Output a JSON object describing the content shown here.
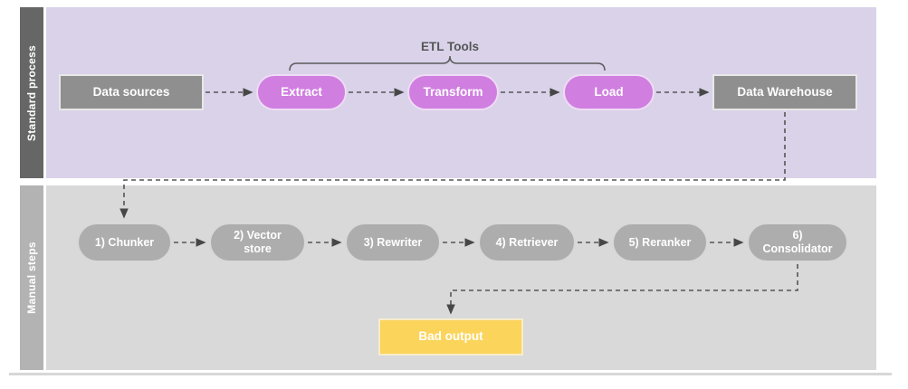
{
  "lanes": {
    "standard": {
      "label": "Standard process"
    },
    "manual": {
      "label": "Manual steps"
    }
  },
  "annotations": {
    "etl_tools": "ETL Tools"
  },
  "nodes": {
    "data_sources": "Data sources",
    "extract": "Extract",
    "transform": "Transform",
    "load": "Load",
    "data_warehouse": "Data Warehouse",
    "chunker": "1) Chunker",
    "vector_store": "2) Vector store",
    "rewriter": "3) Rewriter",
    "retriever": "4) Retriever",
    "reranker": "5) Reranker",
    "consolidator": "6) Consolidator",
    "bad_output": "Bad output"
  },
  "colors": {
    "lane_standard_bg": "#d9d2e9",
    "lane_standard_label_bg": "#666666",
    "lane_manual_bg": "#d9d9d9",
    "lane_manual_label_bg": "#b3b3b3",
    "gray_node": "#8f8f8f",
    "purple_node": "#d07ee0",
    "manual_node": "#adadad",
    "bad_output_node": "#fbd45c",
    "connector": "#555555"
  }
}
